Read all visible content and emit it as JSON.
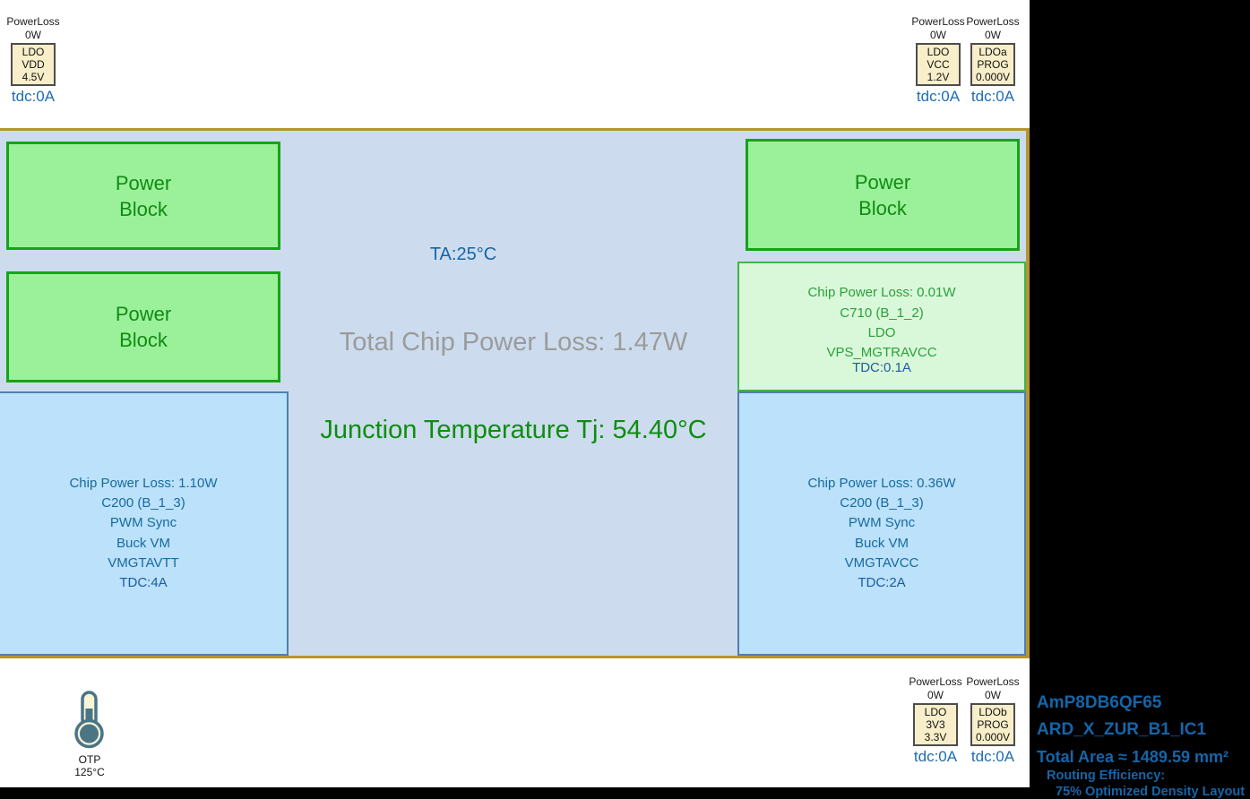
{
  "colors": {
    "container_bg": "#ccdcee",
    "container_border": "#b5952f",
    "power_block_fill": "#9af19a",
    "power_block_border": "#17a317",
    "rail_blue_fill": "#bbe1fb",
    "rail_blue_border": "#4f7fae",
    "rail_green_fill": "#d9f8d9",
    "rail_green_border": "#44b24c",
    "ldo_box_fill": "#f8eec9",
    "tdc_blue": "#1f6cb5",
    "sidebar_text_blue": "#1565a8",
    "total_loss_gray": "#9b9b9b",
    "junction_green": "#0f8d0f"
  },
  "ldos": {
    "vdd": {
      "power_label": "PowerLoss",
      "power_value": "0W",
      "lines": [
        "LDO",
        "VDD",
        "4.5V"
      ],
      "tdc": "tdc:0A"
    },
    "vcc": {
      "power_label": "PowerLoss",
      "power_value": "0W",
      "lines": [
        "LDO",
        "VCC",
        "1.2V"
      ],
      "tdc": "tdc:0A"
    },
    "ldoa": {
      "power_label": "PowerLoss",
      "power_value": "0W",
      "lines": [
        "LDOa",
        "PROG",
        "0.000V"
      ],
      "tdc": "tdc:0A"
    },
    "v3v3": {
      "power_label": "PowerLoss",
      "power_value": "0W",
      "lines": [
        "LDO",
        "3V3",
        "3.3V"
      ],
      "tdc": "tdc:0A"
    },
    "ldob": {
      "power_label": "PowerLoss",
      "power_value": "0W",
      "lines": [
        "LDOb",
        "PROG",
        "0.000V"
      ],
      "tdc": "tdc:0A"
    }
  },
  "chip": {
    "ambient_temp": "TA:25°C",
    "total_power_loss": "Total Chip Power Loss: 1.47W",
    "junction_temp": "Junction Temperature Tj: 54.40°C",
    "power_block": {
      "line1": "Power",
      "line2": "Block"
    },
    "rails": {
      "left": {
        "lines": [
          "Chip Power Loss: 1.10W",
          "C200 (B_1_3)",
          "PWM Sync",
          "Buck VM",
          "VMGTAVTT"
        ],
        "tdc": "TDC:4A"
      },
      "right_green": {
        "lines": [
          "Chip Power Loss: 0.01W",
          "C710 (B_1_2)",
          "LDO",
          "VPS_MGTRAVCC"
        ],
        "tdc": "TDC:0.1A"
      },
      "right_blue": {
        "lines": [
          "Chip Power Loss: 0.36W",
          "C200 (B_1_3)",
          "PWM Sync",
          "Buck VM",
          "VMGTAVCC"
        ],
        "tdc": "TDC:2A"
      }
    }
  },
  "otp": {
    "label": "OTP",
    "value": "125°C"
  },
  "sidebar": {
    "part_number": "AmP8DB6QF65",
    "design_name": "ARD_X_ZUR_B1_IC1",
    "total_area": "Total Area ≈ 1489.59 mm²",
    "routing_label": "Routing Efficiency:",
    "routing_value": "75% Optimized Density Layout"
  }
}
